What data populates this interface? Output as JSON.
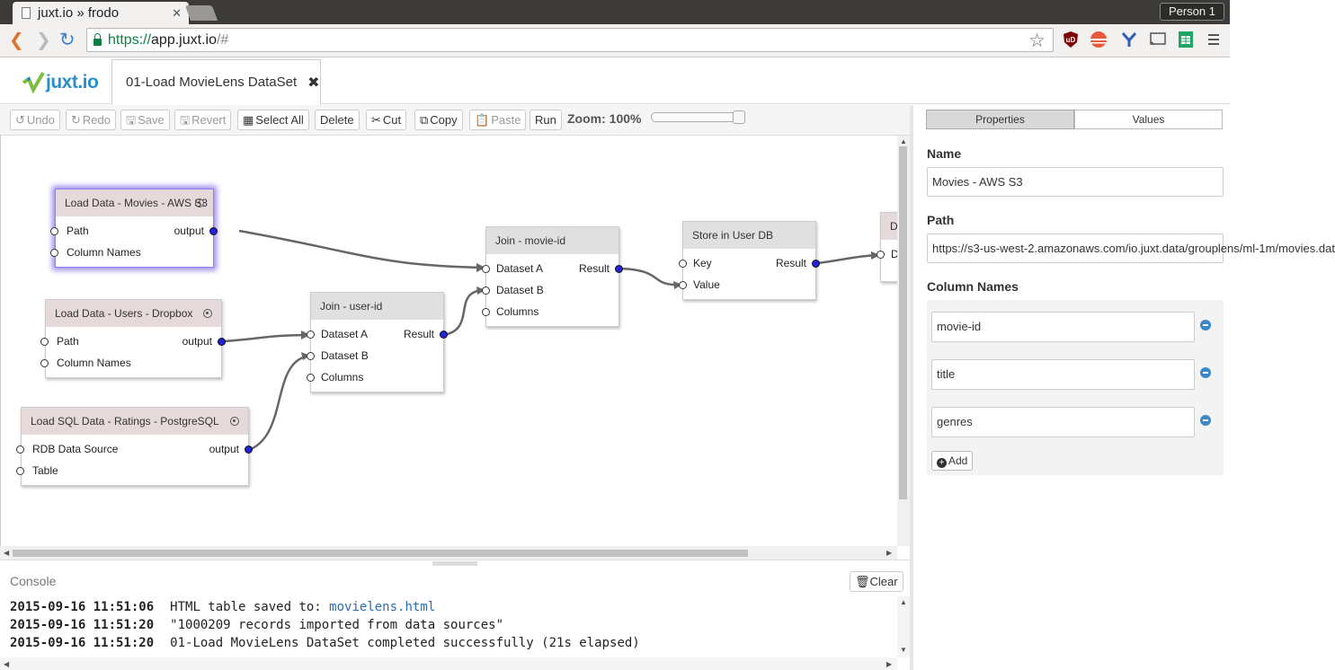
{
  "browser": {
    "tab_title": "juxt.io » frodo",
    "tab_close": "✕",
    "profile": "Person 1",
    "url_scheme": "https://",
    "url_host": "app.juxt.io",
    "url_path": "/#"
  },
  "app": {
    "logo_text": "juxt.io",
    "doc_tab_title": "01-Load MovieLens DataSet",
    "doc_tab_close": "✖"
  },
  "toolbar": {
    "undo": "Undo",
    "redo": "Redo",
    "save": "Save",
    "revert": "Revert",
    "select_all": "Select All",
    "delete": "Delete",
    "cut": "Cut",
    "copy": "Copy",
    "paste": "Paste",
    "run": "Run",
    "zoom_label": "Zoom: 100%",
    "zoom_level": 1.0
  },
  "nodes": {
    "movies": {
      "title": "Load Data - Movies - AWS S3",
      "in1": "Path",
      "in2": "Column Names",
      "out": "output"
    },
    "users": {
      "title": "Load Data - Users - Dropbox",
      "in1": "Path",
      "in2": "Column Names",
      "out": "output"
    },
    "ratings": {
      "title": "Load SQL Data - Ratings - PostgreSQL",
      "in1": "RDB Data Source",
      "in2": "Table",
      "out": "output"
    },
    "join_user": {
      "title": "Join - user-id",
      "in1": "Dataset A",
      "in2": "Dataset B",
      "in3": "Columns",
      "out": "Result"
    },
    "join_movie": {
      "title": "Join - movie-id",
      "in1": "Dataset A",
      "in2": "Dataset B",
      "in3": "Columns",
      "out": "Result"
    },
    "store": {
      "title": "Store in User DB",
      "in1": "Key",
      "in2": "Value",
      "out": "Result"
    },
    "partial": {
      "title": "D",
      "in1": "D"
    }
  },
  "console": {
    "title": "Console",
    "clear": "Clear",
    "lines": [
      {
        "ts": "2015-09-16 11:51:06",
        "msg": "HTML table saved to: ",
        "link": "movielens.html"
      },
      {
        "ts": "2015-09-16 11:51:20",
        "msg": "\"1000209 records imported from data sources\""
      },
      {
        "ts": "2015-09-16 11:51:20",
        "msg": "01-Load MovieLens DataSet completed successfully (21s elapsed)"
      }
    ]
  },
  "panel": {
    "tab_properties": "Properties",
    "tab_values": "Values",
    "name_label": "Name",
    "name_value": "Movies - AWS S3",
    "path_label": "Path",
    "path_value": "https://s3-us-west-2.amazonaws.com/io.juxt.data/grouplens/ml-1m/movies.dat",
    "columns_label": "Column Names",
    "columns": [
      "movie-id",
      "title",
      "genres"
    ],
    "add": "Add"
  }
}
